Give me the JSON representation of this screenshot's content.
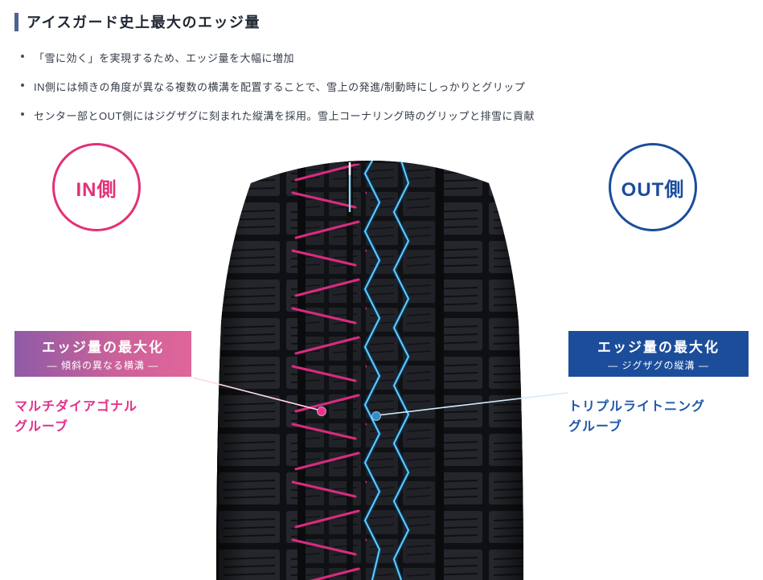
{
  "header": {
    "title": "アイスガード史上最大のエッジ量"
  },
  "bullets": [
    "「雪に効く」を実現するため、エッジ量を大幅に増加",
    "IN側には傾きの角度が異なる複数の横溝を配置することで、雪上の発進/制動時にしっかりとグリップ",
    "センター部とOUT側にはジグザグに刻まれた縦溝を採用。雪上コーナリング時のグリップと排雪に貢献"
  ],
  "badges": {
    "in_label": "IN側",
    "out_label": "OUT側"
  },
  "left_callout": {
    "title": "エッジ量の最大化",
    "subtitle": "― 傾斜の異なる横溝 ―",
    "caption_line1": "マルチダイアゴナル",
    "caption_line2": "グルーブ"
  },
  "right_callout": {
    "title": "エッジ量の最大化",
    "subtitle": "― ジグザグの縦溝 ―",
    "caption_line1": "トリプルライトニング",
    "caption_line2": "グルーブ"
  },
  "colors": {
    "pink_accent": "#e33077",
    "pink_groove": "#d92b80",
    "blue_accent": "#1b4d9b",
    "light_blue_groove": "#2e9ad6",
    "header_bar": "#4d6390"
  }
}
